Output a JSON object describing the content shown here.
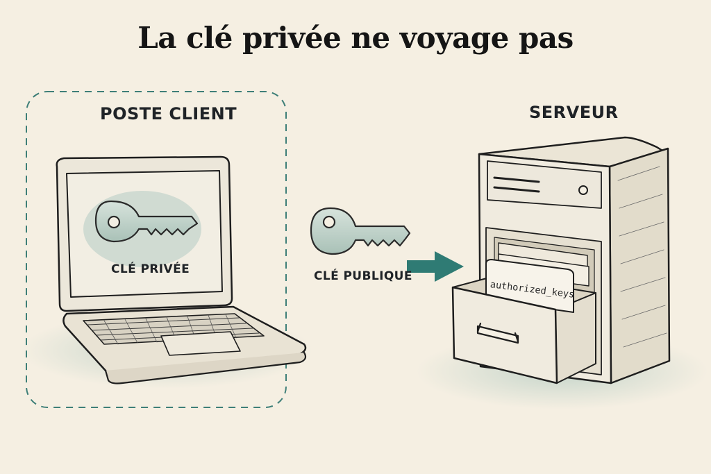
{
  "title": "La clé privée ne voyage pas",
  "client": {
    "heading": "POSTE CLIENT",
    "screen_key_label": "CLÉ PRIVÉE"
  },
  "transfer": {
    "key_label": "CLÉ PUBLIQUE"
  },
  "server": {
    "heading": "SERVEUR",
    "file_label": "authorized_keys"
  },
  "colors": {
    "background": "#f5efe2",
    "ink": "#1c1c1c",
    "accent_teal": "#2f7b74",
    "key_fill": "#b9ccc3",
    "wash": "#cfdcd6"
  },
  "icons": {
    "laptop": "laptop-icon",
    "private_key": "private-key-icon",
    "public_key": "public-key-icon",
    "arrow": "arrow-right-icon",
    "server": "server-cabinet-icon",
    "drawer": "drawer-icon"
  }
}
